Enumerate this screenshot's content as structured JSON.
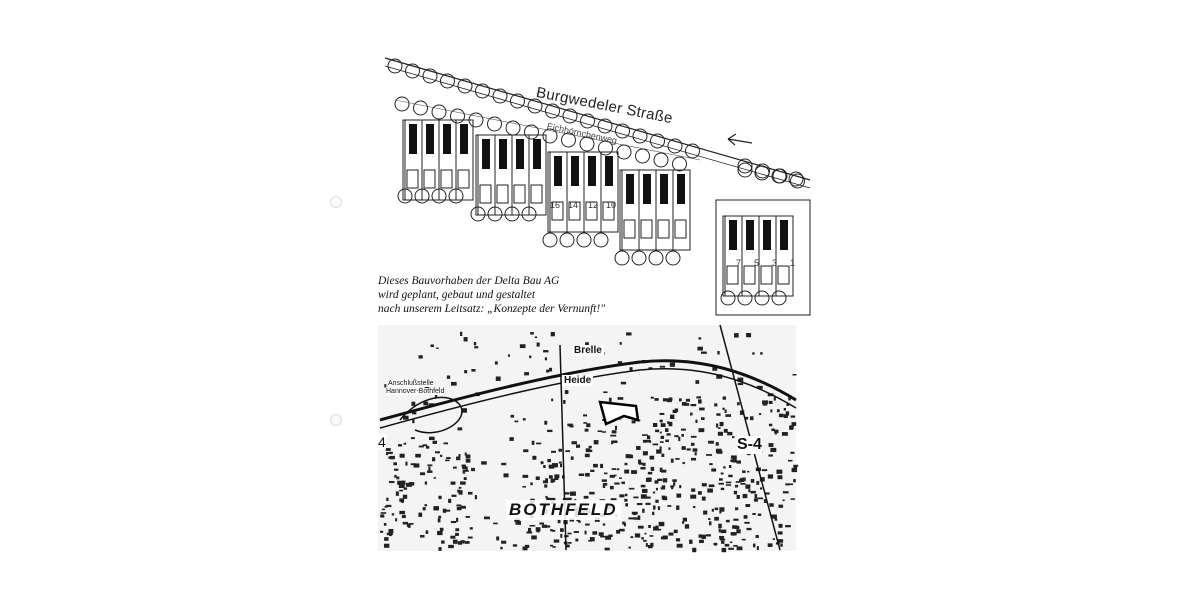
{
  "plan": {
    "street_label": "Burgwedeler Straße",
    "lane_label": "Eichhörnchenweg",
    "house_numbers_row_a": [
      "16",
      "14",
      "12",
      "10"
    ],
    "house_numbers_row_b": [
      "7",
      "5",
      "3",
      "1"
    ]
  },
  "caption": {
    "line1": "Dieses Bauvorhaben der Delta Bau AG",
    "line2": "wird geplant, gebaut und gestaltet",
    "line3": "nach unserem Leitsatz: „Konzepte der Vernunft!\""
  },
  "map": {
    "district_label": "BOTHFELD",
    "label_brelle": "Brelle",
    "label_heide": "Heide",
    "label_junction_1": "Anschlußstelle",
    "label_junction_2": "Hannover-Bothfeld",
    "route_label": "S-4",
    "edge_mark": "4"
  }
}
